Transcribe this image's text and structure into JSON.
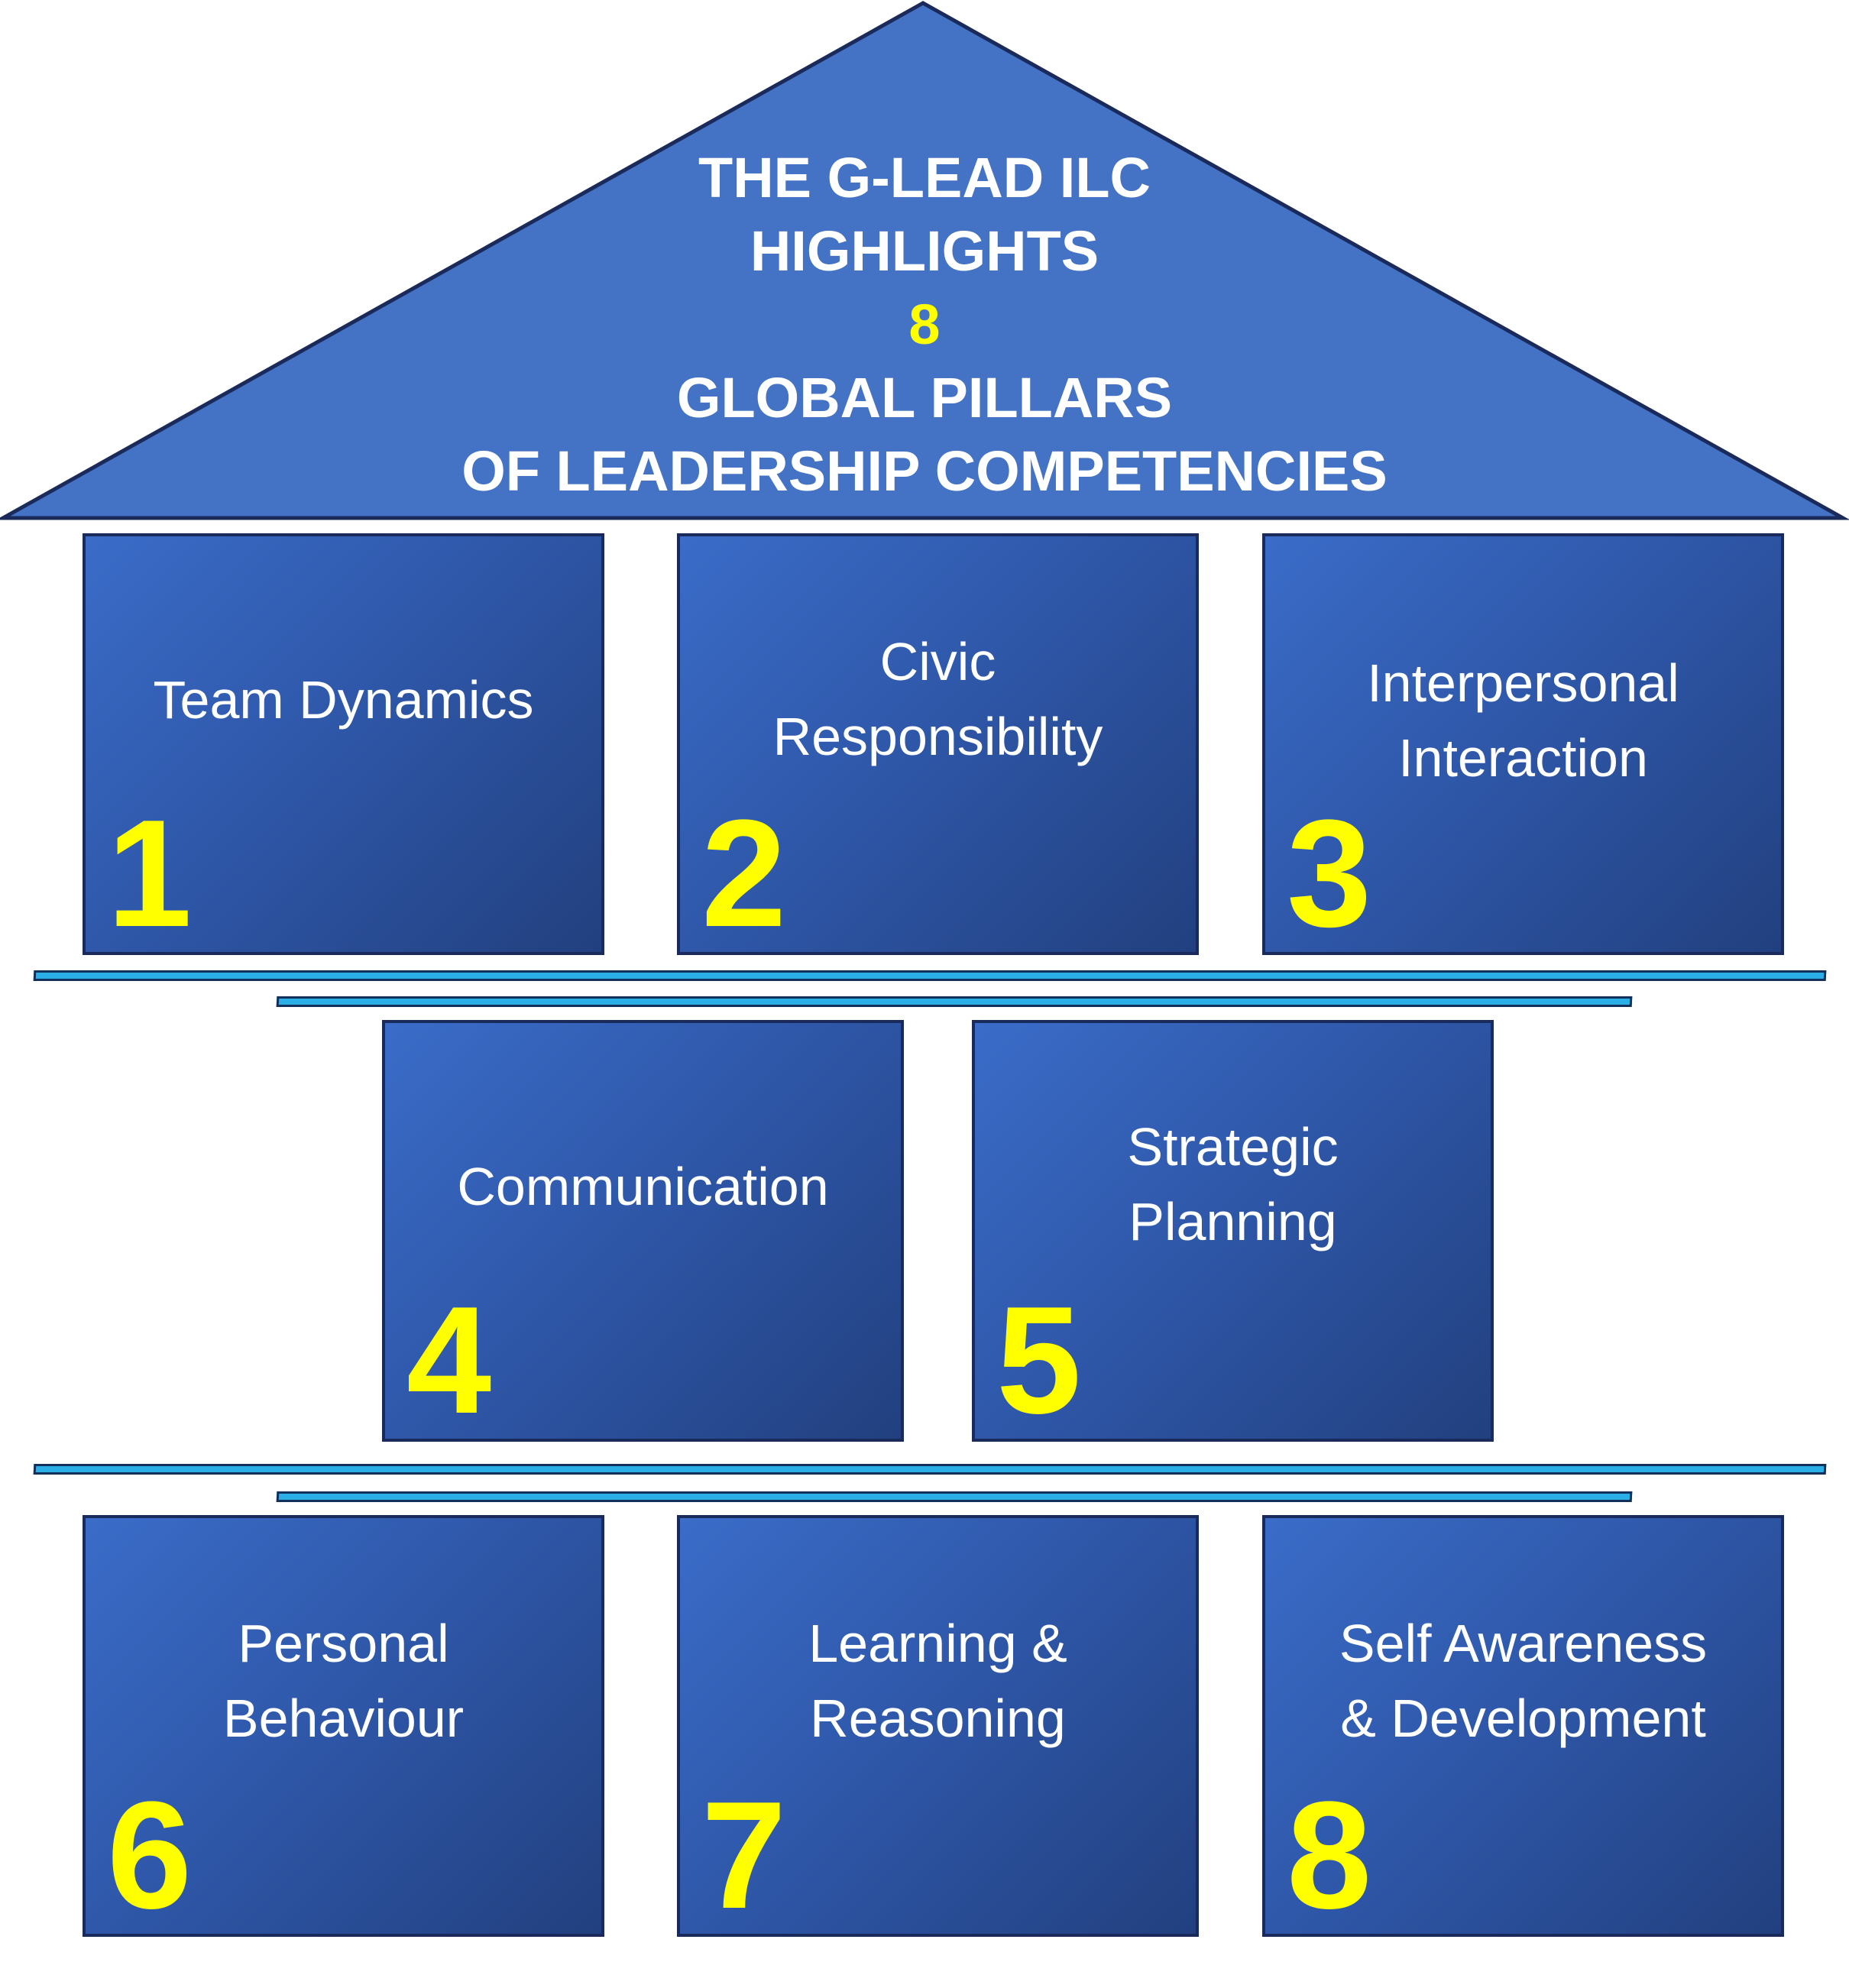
{
  "header": {
    "line1": "THE G-LEAD ILC",
    "line2": "HIGHLIGHTS",
    "number": "8",
    "line3": "GLOBAL PILLARS",
    "line4": "OF LEADERSHIP COMPETENCIES"
  },
  "pillars": [
    {
      "number": "1",
      "label": "Team Dynamics"
    },
    {
      "number": "2",
      "label": "Civic\nResponsibility"
    },
    {
      "number": "3",
      "label": "Interpersonal\nInteraction"
    },
    {
      "number": "4",
      "label": "Communication"
    },
    {
      "number": "5",
      "label": "Strategic\nPlanning"
    },
    {
      "number": "6",
      "label": "Personal\nBehaviour"
    },
    {
      "number": "7",
      "label": "Learning &\nReasoning"
    },
    {
      "number": "8",
      "label": "Self Awareness\n& Development"
    }
  ],
  "colors": {
    "roof": "#4472c4",
    "pillar_top": "#3a6cc8",
    "pillar_bottom": "#22407f",
    "beam": "#29aee6",
    "number": "#ffff00",
    "text": "#ffffff"
  }
}
